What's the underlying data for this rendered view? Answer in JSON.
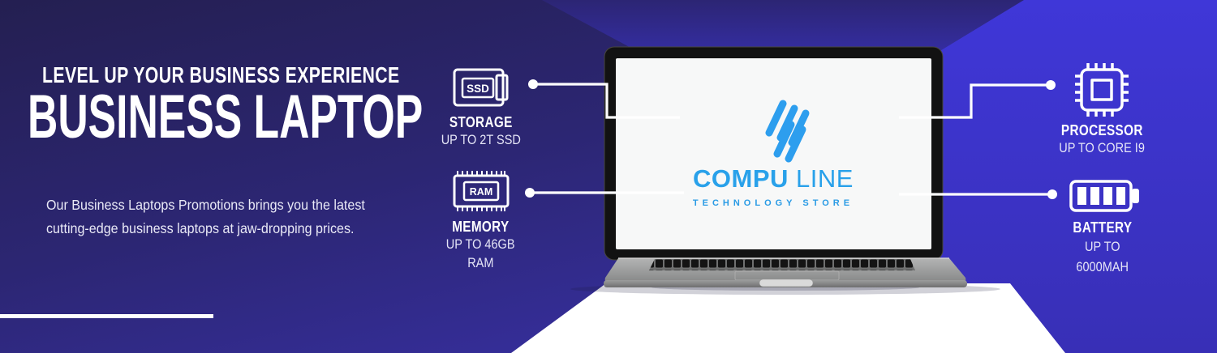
{
  "banner": {
    "tagline": "LEVEL UP YOUR BUSINESS EXPERIENCE",
    "headline": "BUSINESS LAPTOP",
    "description_line1": "Our Business Laptops Promotions brings you the latest",
    "description_line2": "cutting-edge business laptops at jaw-dropping prices."
  },
  "laptop_screen_logo": {
    "brand_primary": "COMPU",
    "brand_secondary": "LINE",
    "brand_subtitle": "TECHNOLOGY STORE"
  },
  "callouts": [
    {
      "id": "storage",
      "icon": "ssd-icon",
      "icon_text": "SSD",
      "label": "STORAGE",
      "sub_lines": [
        "UP TO 2T SSD"
      ]
    },
    {
      "id": "memory",
      "icon": "ram-icon",
      "icon_text": "RAM",
      "label": "MEMORY",
      "sub_lines": [
        "UP TO 46GB",
        "RAM"
      ]
    },
    {
      "id": "processor",
      "icon": "cpu-icon",
      "icon_text": "",
      "label": "PROCESSOR",
      "sub_lines": [
        "UP TO CORE I9"
      ]
    },
    {
      "id": "battery",
      "icon": "battery-icon",
      "icon_text": "",
      "label": "BATTERY",
      "sub_lines": [
        "UP TO",
        "6000MAH"
      ]
    }
  ],
  "colors": {
    "background_dark_navy": "#241f51",
    "background_ceiling_indigo": "#302a8e",
    "background_bright_indigo": "#3e36d6",
    "floor_white": "#ffffff",
    "accent_logo_blue": "#29a1ea",
    "logo_stripe_blue": "#2d9eee",
    "callout_line_white": "#ffffff",
    "laptop_screen_white": "#f7f8f8"
  }
}
